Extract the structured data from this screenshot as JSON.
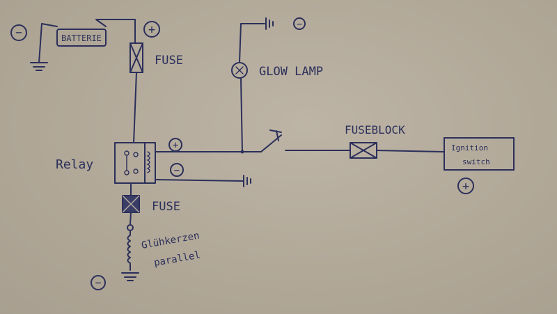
{
  "labels": {
    "battery": "BATTERIE",
    "fuse_top": "FUSE",
    "glow_lamp": "GLOW LAMP",
    "relay": "Relay",
    "fuse_block": "FUSEBLOCK",
    "ignition_line1": "Ignition",
    "ignition_line2": "switch",
    "fuse_bottom": "FUSE",
    "glow_plugs_line1": "Glühkerzen",
    "glow_plugs_line2": "parallel"
  },
  "polarity": {
    "minus": "−",
    "plus": "+"
  },
  "colors": {
    "ink": "#2b2f5a",
    "paper": "#b3aa9c"
  }
}
